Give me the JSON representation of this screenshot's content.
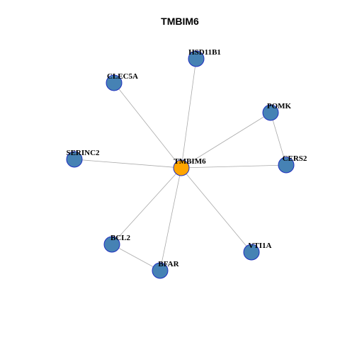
{
  "title": "TMBIM6",
  "colors": {
    "center_fill": "#FFA500",
    "center_stroke": "#8B3A3A",
    "node_fill": "#4682B4",
    "node_stroke": "#1F2FBF",
    "edge": "#A9A9A9"
  },
  "graph": {
    "nodes": [
      {
        "id": "TMBIM6",
        "label": "TMBIM6",
        "center": true
      },
      {
        "id": "HSD11B1",
        "label": "HSD11B1"
      },
      {
        "id": "CLEC5A",
        "label": "CLEC5A"
      },
      {
        "id": "POMK",
        "label": "POMK"
      },
      {
        "id": "SERINC2",
        "label": "SERINC2"
      },
      {
        "id": "CERS2",
        "label": "CERS2"
      },
      {
        "id": "BCL2",
        "label": "BCL2"
      },
      {
        "id": "VTI1A",
        "label": "VTI1A"
      },
      {
        "id": "BFAR",
        "label": "BFAR"
      }
    ],
    "edges": [
      [
        "TMBIM6",
        "HSD11B1"
      ],
      [
        "TMBIM6",
        "CLEC5A"
      ],
      [
        "TMBIM6",
        "POMK"
      ],
      [
        "TMBIM6",
        "SERINC2"
      ],
      [
        "TMBIM6",
        "CERS2"
      ],
      [
        "TMBIM6",
        "BCL2"
      ],
      [
        "TMBIM6",
        "VTI1A"
      ],
      [
        "TMBIM6",
        "BFAR"
      ],
      [
        "POMK",
        "CERS2"
      ],
      [
        "BCL2",
        "BFAR"
      ]
    ]
  }
}
